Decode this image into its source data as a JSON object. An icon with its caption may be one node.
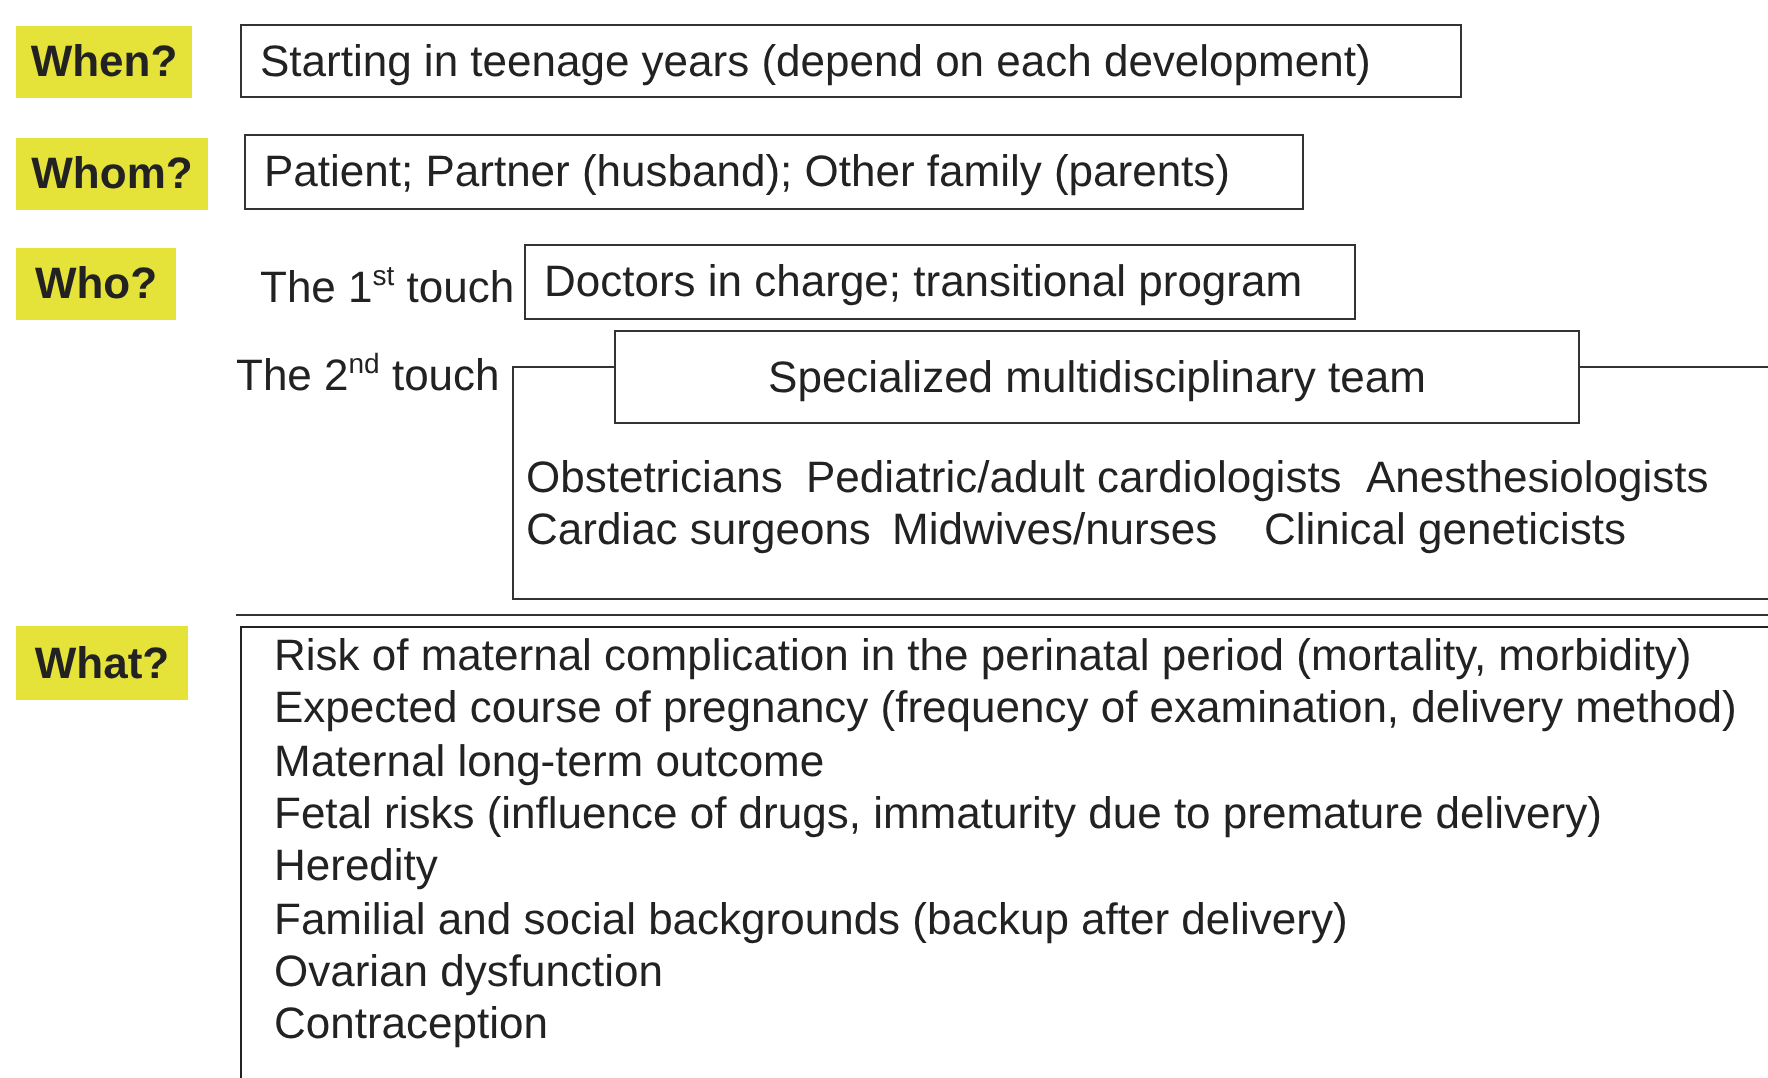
{
  "diagram": {
    "nodes": [
      {
        "text": [
          "When?"
        ]
      },
      {
        "text": [
          "Starting in teenage years (depend on each development)"
        ]
      },
      {
        "text": [
          "Whom?"
        ]
      },
      {
        "text": [
          "Patient; Partner (husband); Other family (parents)"
        ]
      },
      {
        "text": [
          "Who?"
        ]
      },
      {
        "text": [
          "Doctors in charge; transitional program"
        ],
        "beside": [
          "The 1$^{st}$ touch"
        ]
      },
      {
        "text": [
          "Obstetricians",
          "Pediatric/adult cardiologists",
          "Anesthesiologists",
          "Cardiac surgeons",
          "Midwives/nurses",
          "Clinical geneticists"
        ],
        "beside": [
          "The 2$^{nd}$ touch"
        ]
      },
      {
        "text": [
          "Specialized multidisciplinary team"
        ]
      },
      {
        "text": [
          "What?"
        ]
      },
      {
        "text": [
          "Risk of maternal complication in the perinatal period (mortality, morbidity)",
          "Expected course of pregnancy (frequency of examination, delivery method)",
          "Maternal long-term outcome",
          "Fetal risks (influence of drugs, immaturity due to premature delivery)",
          "Heredity",
          "Familial and social backgrounds (backup after delivery)",
          "Ovarian dysfunction",
          "Contraception"
        ]
      }
    ]
  }
}
